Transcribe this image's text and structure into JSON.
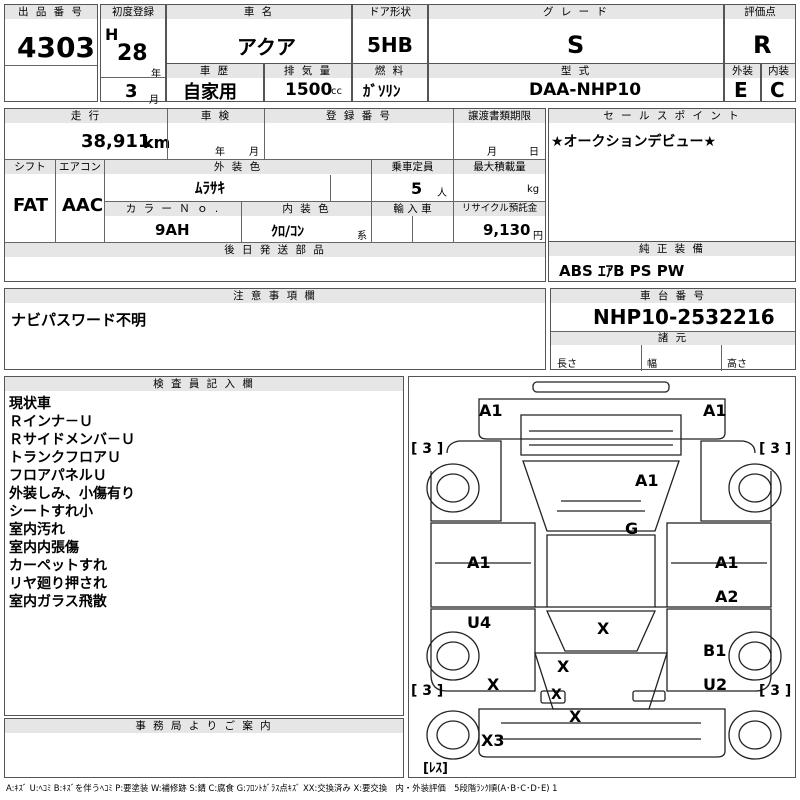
{
  "header": {
    "lot_label": "出 品 番 号",
    "lot": "4303",
    "first_reg_label": "初度登録",
    "era": "H",
    "year": "28",
    "year_unit": "年",
    "month": "3",
    "month_unit": "月",
    "car_name_label": "車 名",
    "car_name": "アクア",
    "door_label": "ドア形状",
    "door": "5HB",
    "grade_label": "グ レ ー ド",
    "grade": "S",
    "score_label": "評価点",
    "score": "R",
    "history_label": "車 歴",
    "history": "自家用",
    "displacement_label": "排 気 量",
    "displacement": "1500",
    "displacement_unit": "cc",
    "fuel_label": "燃 料",
    "fuel": "ｶﾞｿﾘﾝ",
    "model_label": "型 式",
    "model": "DAA-NHP10",
    "ext_label": "外装",
    "ext": "E",
    "int_label": "内装",
    "int": "C"
  },
  "specs": {
    "mileage_label": "走 行",
    "mileage": "38,911",
    "mileage_unit": "km",
    "inspection_label": "車 検",
    "inspection_year": "年",
    "inspection_month": "月",
    "regno_label": "登 録 番 号",
    "transfer_label": "譲渡書類期限",
    "transfer_month": "月",
    "transfer_day": "日",
    "shift_label": "シフト",
    "shift": "FAT",
    "ac_label": "エアコン",
    "ac": "AAC",
    "color_label": "外 装 色",
    "color": "ﾑﾗｻｷ",
    "capacity_label": "乗車定員",
    "capacity": "5",
    "capacity_unit": "人",
    "load_label": "最大積載量",
    "load_unit": "kg",
    "colorno_label": "カ ラ ー Ｎ ｏ .",
    "colorno": "9AH",
    "interior_label": "内 装 色",
    "interior": "ｸﾛ/ｺﾝ",
    "interior_unit": "系",
    "import_label": "輸 入 車",
    "recycle_label": "リサイクル預託金",
    "recycle": "9,130",
    "recycle_unit": "円",
    "later_parts_label": "後 日 発 送 部 品"
  },
  "sales": {
    "label": "セ ー ル ス ポ イ ン ト",
    "text": "★オークションデビュー★"
  },
  "equipment": {
    "label": "純 正 装 備",
    "text": "ABS ｴｱB PS PW"
  },
  "caution": {
    "label": "注 意 事 項 欄",
    "text": "ナビパスワード不明"
  },
  "chassis": {
    "label": "車 台 番 号",
    "number": "NHP10-2532216",
    "dims_label": "諸 元",
    "length": "長さ",
    "width": "幅",
    "height": "高さ"
  },
  "inspector": {
    "label": "検 査 員 記 入 欄",
    "lines": [
      "現状車",
      "Ｒインナ－Ｕ",
      "Ｒサイドメンバ－Ｕ",
      "トランクフロアＵ",
      "フロアパネルＵ",
      "外装しみ、小傷有り",
      "シートすれ小",
      "室内汚れ",
      "室内内張傷",
      "カーペットすれ",
      "リヤ廻り押され",
      "室内ガラス飛散"
    ]
  },
  "office": {
    "label": "事 務 局 よ り ご 案 内"
  },
  "legend": "A:ｷｽﾞ U:ﾍｺﾐ B:ｷｽﾞを伴うﾍｺﾐ P:要塗装 W:補修跡 S:錆 C:腐食 G:ﾌﾛﾝﾄｶﾞﾗｽ点ｷｽﾞ XX:交換済み X:要交換　内・外装評価　5段階ﾗﾝｸ順(A･B･C･D･E) 1",
  "diagram_marks": {
    "a1_front_left": "A1",
    "a1_front_right": "A1",
    "tire_fl": "[ 3 ]",
    "tire_fr": "[ 3 ]",
    "tire_rl": "[ 3 ]",
    "tire_rr": "[ 3 ]",
    "hood": "A1",
    "windshield": "G",
    "left_front_door": "A1",
    "right_front_door": "A1",
    "right_rear_door": "A2",
    "left_rear_door": "U4",
    "roof": "X",
    "rear_window": "X",
    "left_rear_quarter": "X",
    "right_rear_quarter": "B1",
    "right_rear_corner": "U2",
    "trunk_lid": "X",
    "trunk_floor": "X",
    "rear_bumper": "X3",
    "spare": "[ﾚｽ]"
  }
}
